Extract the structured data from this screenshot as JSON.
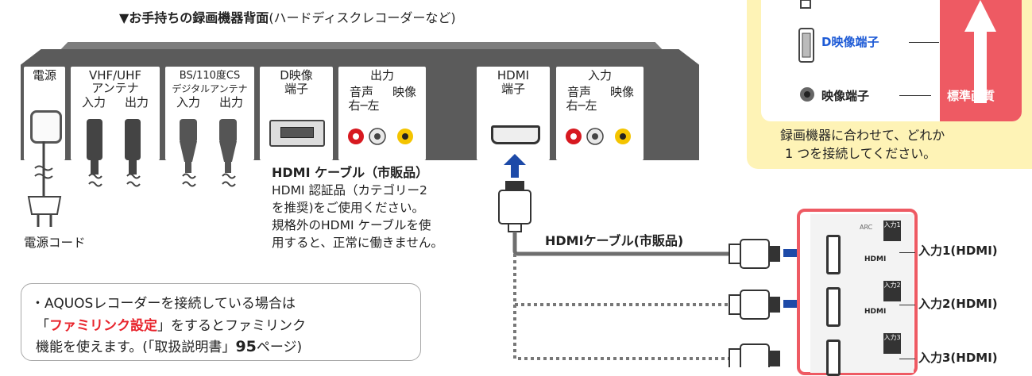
{
  "recorder": {
    "title_main": "▼お手持ちの録画機器背面",
    "title_sub": "(ハードディスクレコーダーなど)",
    "power_label": "電源",
    "vhf_label_1": "VHF/UHF",
    "vhf_label_2": "アンテナ",
    "vhf_in": "入力",
    "vhf_out": "出力",
    "bs_label_1": "BS/110度CS",
    "bs_label_2": "デジタルアンテナ",
    "bs_in": "入力",
    "bs_out": "出力",
    "d_label_1": "D映像",
    "d_label_2": "端子",
    "output_label": "出力",
    "output_audio": "音声",
    "output_video": "映像",
    "output_rl": "右─左",
    "hdmi_label_1": "HDMI",
    "hdmi_label_2": "端子",
    "input_label": "入力",
    "input_audio": "音声",
    "input_video": "映像",
    "input_rl": "右─左"
  },
  "power_cord_label": "電源コード",
  "cable_note": {
    "title": "HDMI ケーブル（市販品）",
    "line1": "HDMI 認証品（カテゴリー2",
    "line2": "を推奨)をご使用ください。",
    "line3": "規格外のHDMI ケーブルを使",
    "line4": "用すると、正常に働きません。"
  },
  "cable_label": "HDMIケーブル(市販品)",
  "inputs": [
    "入力1(HDMI)",
    "入力2(HDMI)",
    "入力3(HDMI)"
  ],
  "tv_port_marks": [
    "ARC",
    "入力1",
    "入力2",
    "入力3",
    "HDMI",
    "HDMI"
  ],
  "note": {
    "line1": "・AQUOSレコーダーを接続している場合は",
    "line2_pre": "「",
    "line2_red": "ファミリンク設定",
    "line2_post": "」をするとファミリンク",
    "line3_pre": "機能を使えます。(「取扱説明書」",
    "line3_bold": "95",
    "line3_post": "ページ)"
  },
  "quality": {
    "d_terminal": "D映像端子",
    "video_terminal": "映像端子",
    "standard": "標準画質",
    "caption1": "録画機器に合わせて、どれか",
    "caption2": "1 つを接続してください。"
  },
  "colors": {
    "accent_red": "#e8232b",
    "pink": "#ee5a63",
    "blue_link": "#1e5bd6",
    "arrow_blue": "#1d4aa8",
    "panel_gray": "#5b5b5b",
    "note_yellow": "#fef3b6"
  }
}
